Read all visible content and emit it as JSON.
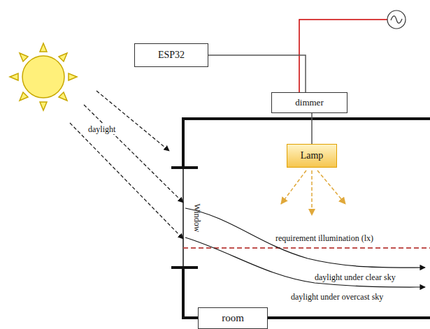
{
  "diagram": {
    "nodes": [
      {
        "text": [
          "ESP32"
        ]
      },
      {
        "text": [
          "dimmer"
        ]
      },
      {
        "text": [
          "Lamp"
        ]
      },
      {
        "text": [
          "room"
        ]
      }
    ],
    "edges": [
      {
        "from": 0,
        "to": 1,
        "arrow": "none"
      },
      {
        "from": 1,
        "to": 2,
        "arrow": "none"
      }
    ],
    "labels": [
      "daylight",
      "Window",
      "requirement illumination (lx)",
      "daylight under clear sky",
      "daylight under overcast sky"
    ]
  }
}
